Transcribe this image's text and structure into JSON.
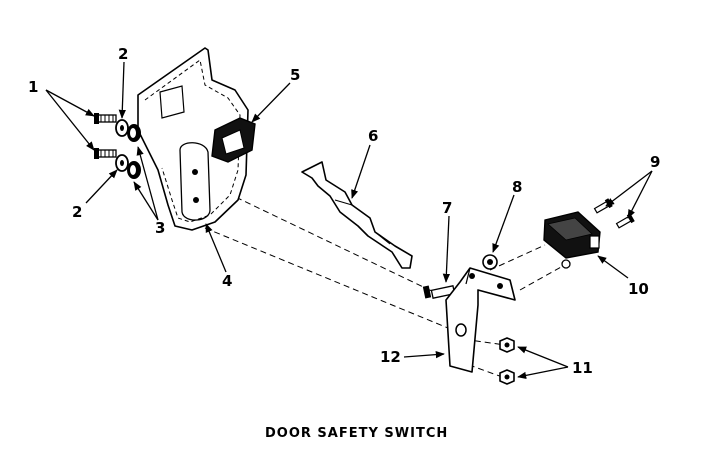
{
  "caption": "DOOR SAFETY SWITCH",
  "callouts": {
    "c1": "1",
    "c2a": "2",
    "c2b": "2",
    "c3": "3",
    "c4": "4",
    "c5": "5",
    "c6": "6",
    "c7": "7",
    "c8": "8",
    "c9": "9",
    "c10": "10",
    "c11": "11",
    "c12": "12"
  },
  "colors": {
    "ink": "#000000",
    "paper": "#ffffff"
  }
}
